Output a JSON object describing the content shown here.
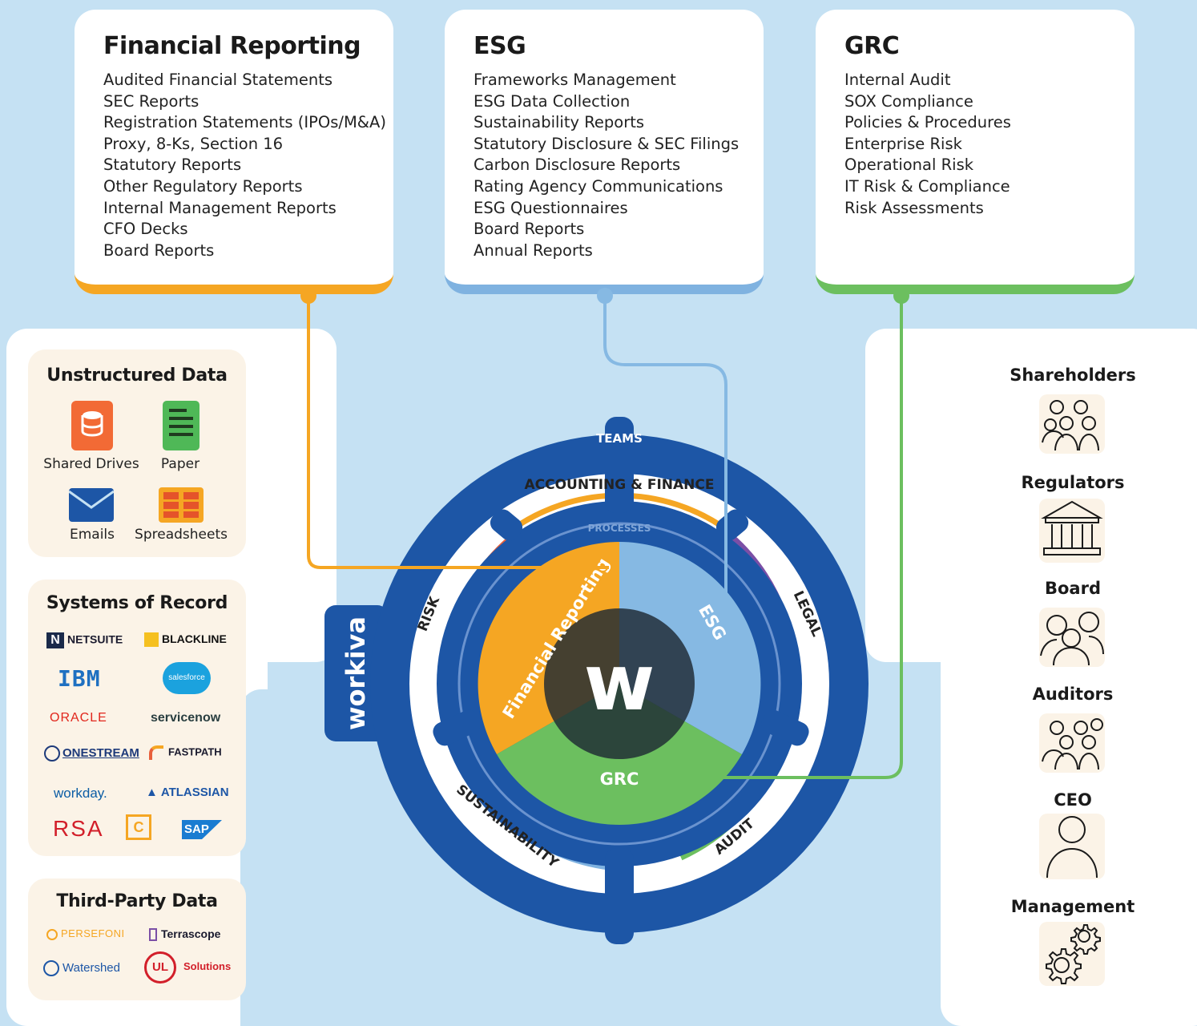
{
  "categories": [
    {
      "title": "Financial Reporting",
      "color": "#f5a623",
      "items": [
        "Audited Financial Statements",
        "SEC Reports",
        "Registration Statements (IPOs/M&A)",
        "Proxy, 8-Ks, Section 16",
        "Statutory Reports",
        "Other Regulatory Reports",
        "Internal Management Reports",
        "CFO Decks",
        "Board Reports"
      ]
    },
    {
      "title": "ESG",
      "color": "#7fb2e0",
      "items": [
        "Frameworks Management",
        "ESG Data Collection",
        "Sustainability Reports",
        "Statutory Disclosure & SEC Filings",
        "Carbon Disclosure Reports",
        "Rating Agency Communications",
        "ESG Questionnaires",
        "Board Reports",
        "Annual Reports"
      ]
    },
    {
      "title": "GRC",
      "color": "#6cbf5f",
      "items": [
        "Internal Audit",
        "SOX Compliance",
        "Policies & Procedures",
        "Enterprise Risk",
        "Operational Risk",
        "IT Risk & Compliance",
        "Risk Assessments"
      ]
    }
  ],
  "sources": {
    "unstructured": {
      "title": "Unstructured Data",
      "items": [
        "Shared Drives",
        "Paper",
        "Emails",
        "Spreadsheets"
      ]
    },
    "systems": {
      "title": "Systems of Record",
      "logos": [
        "NETSUITE",
        "BLACKLINE",
        "IBM",
        "salesforce",
        "ORACLE",
        "servicenow",
        "ONESTREAM",
        "FASTPATH",
        "workday.",
        "ATLASSIAN",
        "RSA",
        "C",
        "SAP"
      ]
    },
    "third_party": {
      "title": "Third-Party Data",
      "logos": [
        "PERSEFONI",
        "Terrascope",
        "Watershed",
        "UL",
        "Solutions"
      ]
    }
  },
  "wheel": {
    "brand": "workiva",
    "teams_label": "TEAMS",
    "processes_label": "PROCESSES",
    "teams": [
      "ACCOUNTING & FINANCE",
      "LEGAL",
      "AUDIT",
      "SUSTAINABILITY",
      "RISK"
    ],
    "team_colors": [
      "#f5a623",
      "#7b4fa6",
      "#6cbf5f",
      "#7fb2e0",
      "#e8603c"
    ],
    "segments": [
      "Financial Reporting",
      "ESG",
      "GRC"
    ],
    "center_letter": "w"
  },
  "audiences": [
    "Shareholders",
    "Regulators",
    "Board",
    "Auditors",
    "CEO",
    "Management"
  ],
  "colors": {
    "wheel_blue": "#1d56a6",
    "background": "#c5e1f3",
    "orange": "#f5a623",
    "blue": "#7fb2e0",
    "green": "#6cbf5f"
  }
}
